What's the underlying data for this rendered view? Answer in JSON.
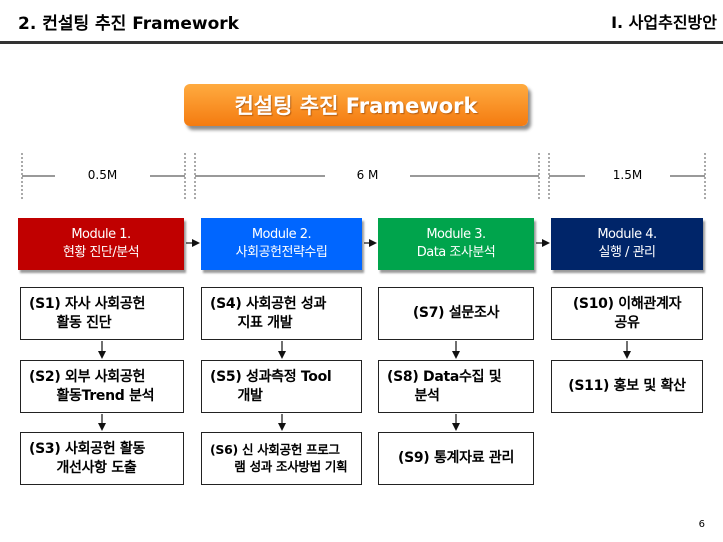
{
  "header": {
    "left_title": "2. 컨설팅 추진 Framework",
    "right_title": "I. 사업추진방안"
  },
  "banner": {
    "title": "컨설팅 추진 Framework"
  },
  "timeline": {
    "durations": [
      "0.5M",
      "6 M",
      "1.5M"
    ]
  },
  "modules": [
    {
      "line1": "Module 1.",
      "line2": "현황 진단/분석",
      "color": "#c00000"
    },
    {
      "line1": "Module 2.",
      "line2": "사회공헌전략수립",
      "color": "#0066ff"
    },
    {
      "line1": "Module 3.",
      "line2": "Data 조사분석",
      "color": "#00a44c"
    },
    {
      "line1": "Module 4.",
      "line2": "실행 / 관리",
      "color": "#002569"
    }
  ],
  "steps": {
    "s1": {
      "line1": "(S1) 자사 사회공헌",
      "line2": "      활동 진단"
    },
    "s2": {
      "line1": "(S2) 외부 사회공헌",
      "line2": "      활동Trend 분석"
    },
    "s3": {
      "line1": "(S3) 사회공헌 활동",
      "line2": "      개선사항 도출"
    },
    "s4": {
      "line1": "(S4) 사회공헌 성과",
      "line2": "      지표 개발"
    },
    "s5": {
      "line1": "(S5) 성과측정 Tool",
      "line2": "      개발"
    },
    "s6": {
      "line1": "(S6) 신 사회공헌 프로그",
      "line2": "      램 성과 조사방법 기획"
    },
    "s7": {
      "line1": "(S7) 설문조사"
    },
    "s8": {
      "line1": "(S8) Data수집 및",
      "line2": "      분석"
    },
    "s9": {
      "line1": "(S9) 통계자료 관리"
    },
    "s10": {
      "line1": "(S10) 이해관계자",
      "line2": "공유"
    },
    "s11": {
      "line1": "(S11) 홍보 및 확산"
    }
  },
  "page_number": "6"
}
